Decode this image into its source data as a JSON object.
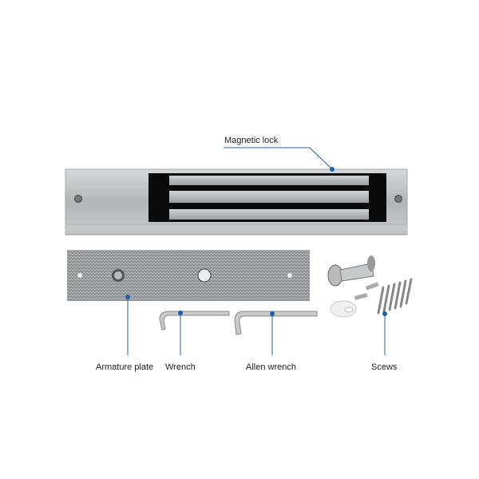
{
  "labels": {
    "magnetic_lock": "Magnetic lock",
    "armature_plate": "Armature plate",
    "wrench": "Wrench",
    "allen_wrench": "Allen wrench",
    "screws": "Scews"
  },
  "colors": {
    "callout": "#1f5fa8",
    "metal": "#b9bcbf",
    "recess": "#0a0a0a"
  }
}
